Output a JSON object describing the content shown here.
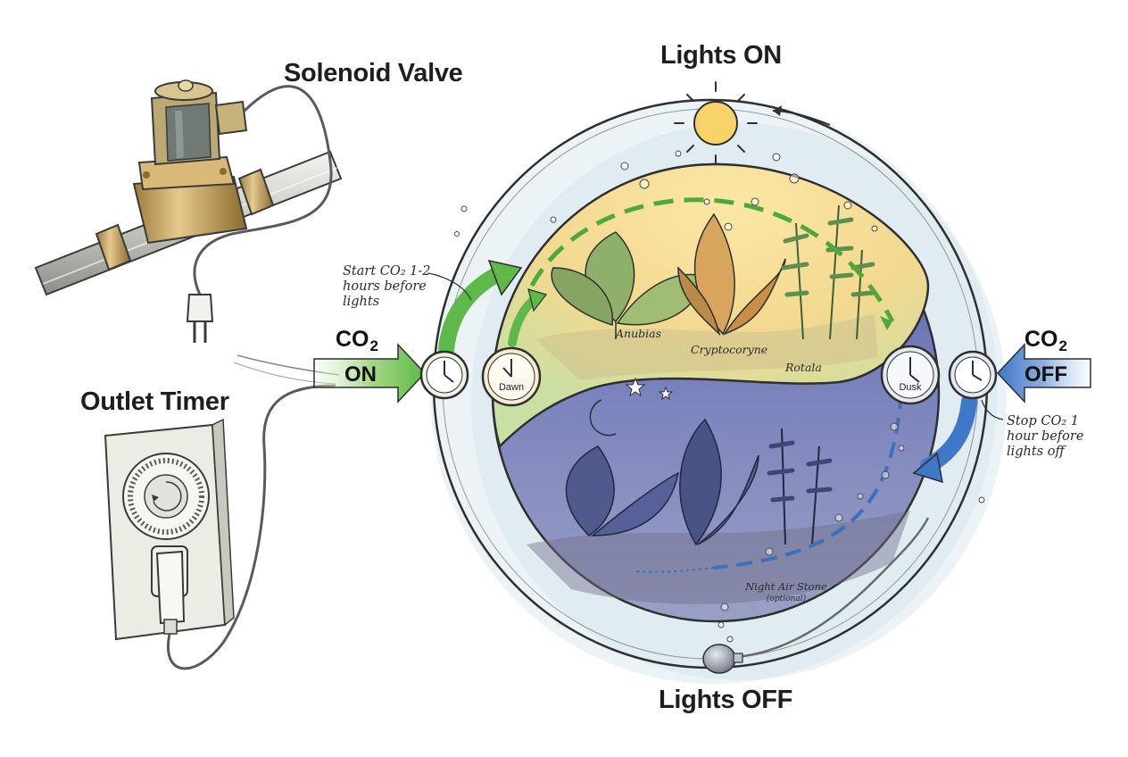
{
  "labels": {
    "solenoid_valve": "Solenoid Valve",
    "outlet_timer": "Outlet Timer",
    "lights_on": "Lights ON",
    "lights_off": "Lights OFF"
  },
  "co2_on": {
    "chem": "CO",
    "sub": "2",
    "state": "ON"
  },
  "co2_off": {
    "chem": "CO",
    "sub": "2",
    "state": "OFF"
  },
  "notes": {
    "start_co2": "Start CO₂ 1-2 hours before lights",
    "stop_co2": "Stop CO₂ 1 hour before lights off",
    "night_air_stone": "Night Air Stone",
    "optional": "(optional)"
  },
  "clocks": {
    "dawn": "Dawn",
    "dusk": "Dusk"
  },
  "plants": [
    "Anubias",
    "Cryptocoryne",
    "Rotala"
  ],
  "colors": {
    "day_warm": "#f6d98a",
    "day_green": "#cfe3a6",
    "night": "#5e6ab0",
    "arrow_green": "#5fb84a",
    "arrow_blue": "#3f78c9",
    "ink": "#2b2b2b"
  },
  "icons": [
    "sun-icon",
    "moon-icon",
    "star-icon",
    "clock-icon",
    "plug-icon",
    "air-stone-icon",
    "bubble-icon"
  ]
}
